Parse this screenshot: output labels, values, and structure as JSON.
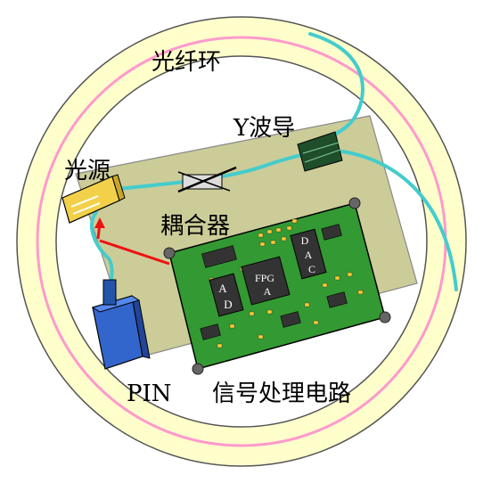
{
  "labels": {
    "fiber_ring": "光纤环",
    "y_waveguide": "Y波导",
    "light_source": "光源",
    "coupler": "耦合器",
    "pin": "PIN",
    "signal_circuit": "信号处理电路"
  },
  "chips": {
    "fpga_line1": "FPG",
    "fpga_line2": "A",
    "adc_1": "A",
    "adc_2": "D",
    "dac_1": "D",
    "dac_2": "A",
    "dac_3": "C"
  },
  "colors": {
    "ring_fill": "#ffffcc",
    "ring_stripe": "#ff99cc",
    "base_plate": "#cccc99",
    "fiber": "#44cccc",
    "pcb": "#339933",
    "chip": "#333333",
    "light_source": "#f2d04a",
    "pin_detector": "#3366cc",
    "arrow": "#ee1111"
  }
}
